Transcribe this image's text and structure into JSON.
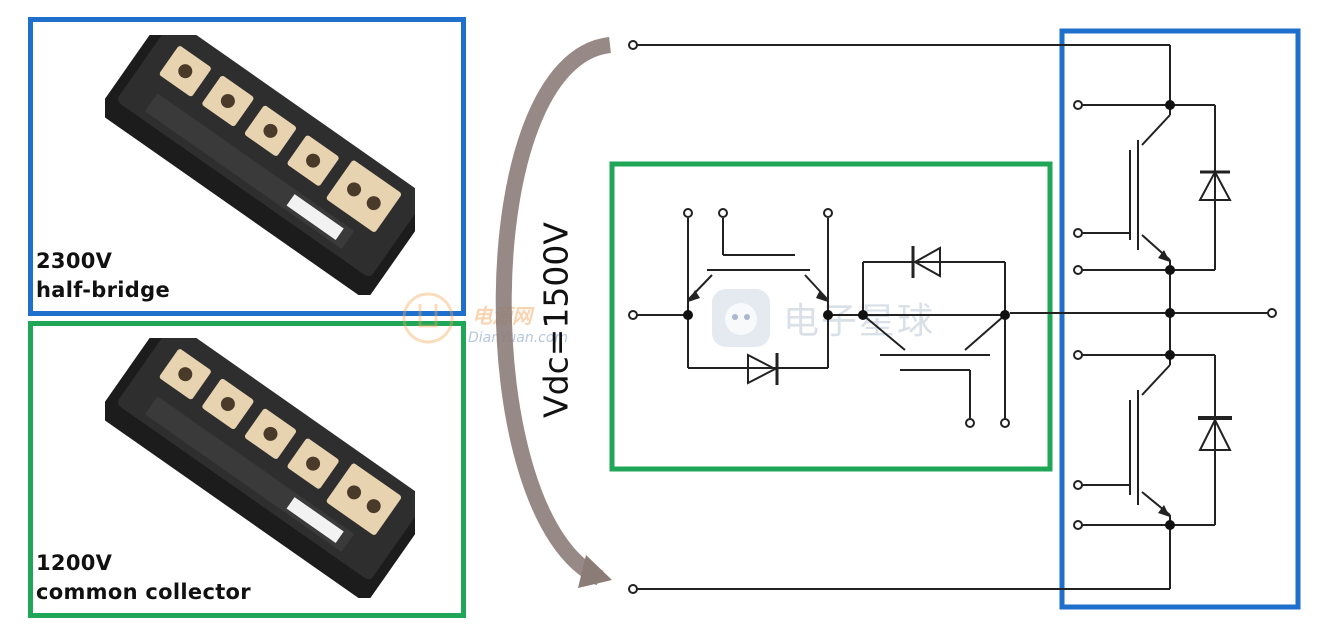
{
  "colors": {
    "blue": "#1f6fcc",
    "green": "#1fa657",
    "arrow": "#8c7c78",
    "line": "#222222"
  },
  "modules": [
    {
      "voltage": "2300V",
      "topology": "half-bridge"
    },
    {
      "voltage": "1200V",
      "topology": "common collector"
    }
  ],
  "vdc_label": "Vdc=1500V",
  "watermarks": {
    "left_cn": "电源网",
    "left_en": "DianYuan.com",
    "right_cn": "电子星球"
  },
  "icons": [
    "igbt-module-photo",
    "igbt-symbol",
    "diode-symbol",
    "curved-arrow"
  ]
}
